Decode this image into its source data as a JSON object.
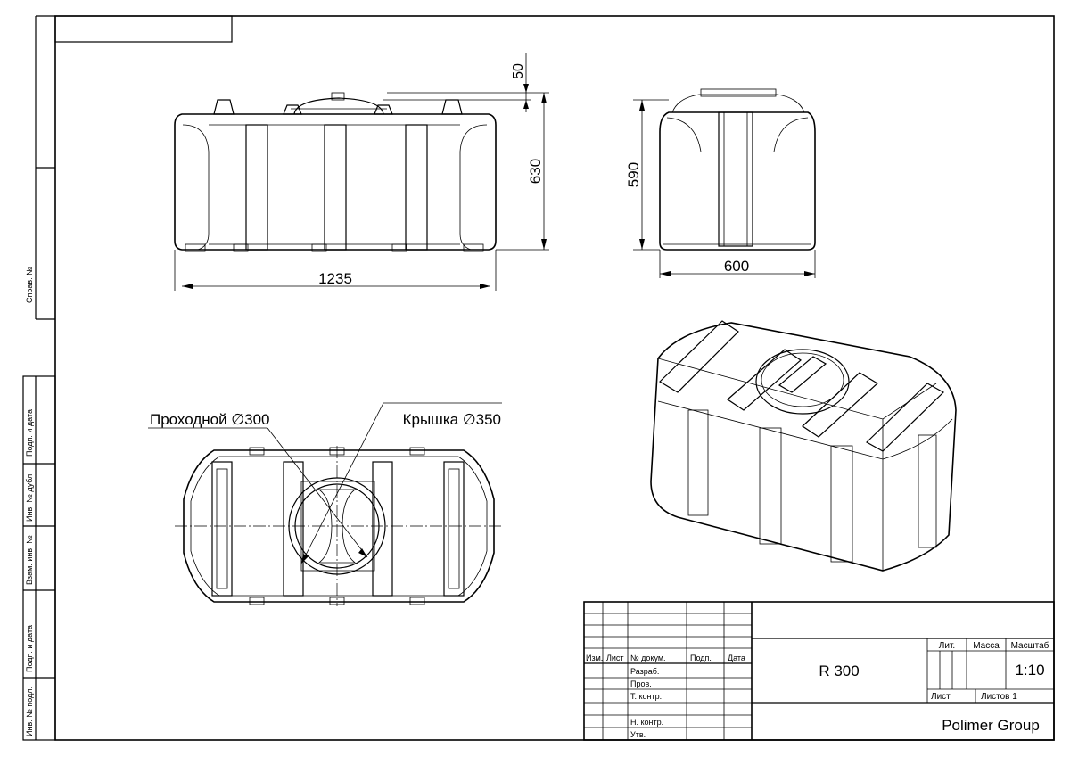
{
  "side_labels": [
    "Справ. №",
    "Подп. и дата",
    "Инв. № дубл.",
    "Взам. инв. №",
    "Подп. и дата",
    "Инв. № подл."
  ],
  "dimensions": {
    "front_width": "1235",
    "front_height": "630",
    "lid_height": "50",
    "side_height": "590",
    "side_width": "600"
  },
  "callouts": {
    "passage": "Проходной ∅300",
    "lid": "Крышка ∅350"
  },
  "title_block": {
    "col_izm": "Изм.",
    "col_list": "Лист",
    "col_docnum": "№ докум.",
    "col_podp": "Подп.",
    "col_date": "Дата",
    "row_razrab": "Разраб.",
    "row_prov": "Пров.",
    "row_tkontr": "Т. контр.",
    "row_nkontr": "Н. контр.",
    "row_utv": "Утв.",
    "designation": "R 300",
    "lit_label": "Лит.",
    "mass_label": "Масса",
    "scale_label": "Масштаб",
    "scale_value": "1:10",
    "sheet_label": "Лист",
    "sheets_label": "Листов 1",
    "organization": "Polimer Group"
  }
}
